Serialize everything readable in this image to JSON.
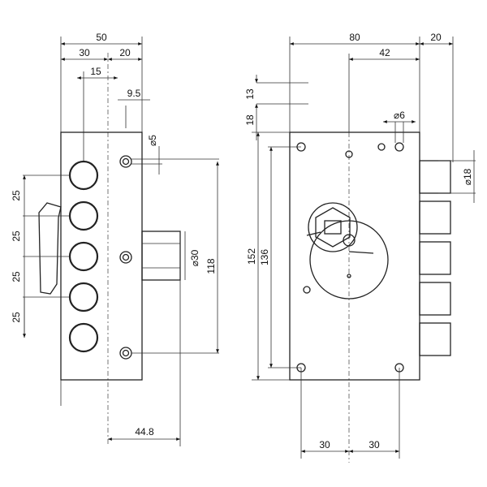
{
  "left_view": {
    "dims": {
      "overall_width": "50",
      "width_a": "30",
      "width_b": "20",
      "bolt_offset": "15",
      "edge_offset": "9.5",
      "hole_dia": "⌀5",
      "pitch_1": "25",
      "pitch_2": "25",
      "pitch_3": "25",
      "pitch_4": "25",
      "cylinder_dia": "⌀30",
      "hole_span": "118",
      "backset": "44.8"
    }
  },
  "right_view": {
    "dims": {
      "overall_width": "80",
      "bolt_projection": "20",
      "center_offset": "42",
      "top_a": "13",
      "top_b": "18",
      "hole_dia": "⌀6",
      "bolt_dia": "⌀18",
      "height": "152",
      "hole_span": "136",
      "bottom_left": "30",
      "bottom_right": "30"
    }
  },
  "colors": {
    "line": "#222222",
    "background": "#ffffff"
  }
}
